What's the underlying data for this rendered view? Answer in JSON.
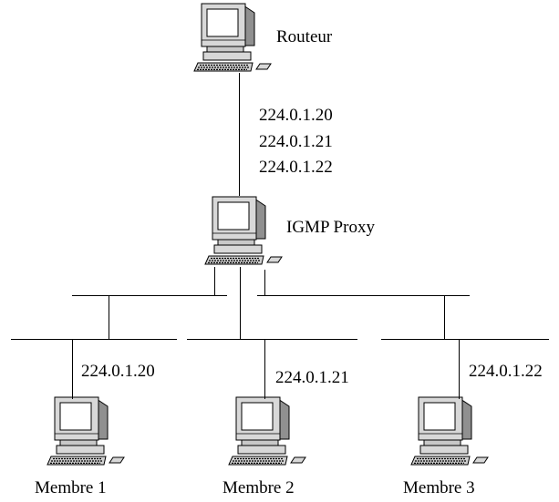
{
  "nodes": {
    "router": {
      "label": "Routeur"
    },
    "proxy": {
      "label": "IGMP Proxy"
    },
    "member1": {
      "label": "Membre 1"
    },
    "member2": {
      "label": "Membre 2"
    },
    "member3": {
      "label": "Membre 3"
    }
  },
  "links": {
    "uplink_groups": [
      "224.0.1.20",
      "224.0.1.21",
      "224.0.1.22"
    ],
    "member1_group": "224.0.1.20",
    "member2_group": "224.0.1.21",
    "member3_group": "224.0.1.22"
  },
  "colors": {
    "line": "#000000",
    "screen": "#ffffff",
    "body": "#d0d0d0",
    "dark": "#808080"
  },
  "icons": {
    "computer": "desktop-computer-icon",
    "keyboard": "keyboard-icon",
    "mouse": "mouse-icon"
  }
}
